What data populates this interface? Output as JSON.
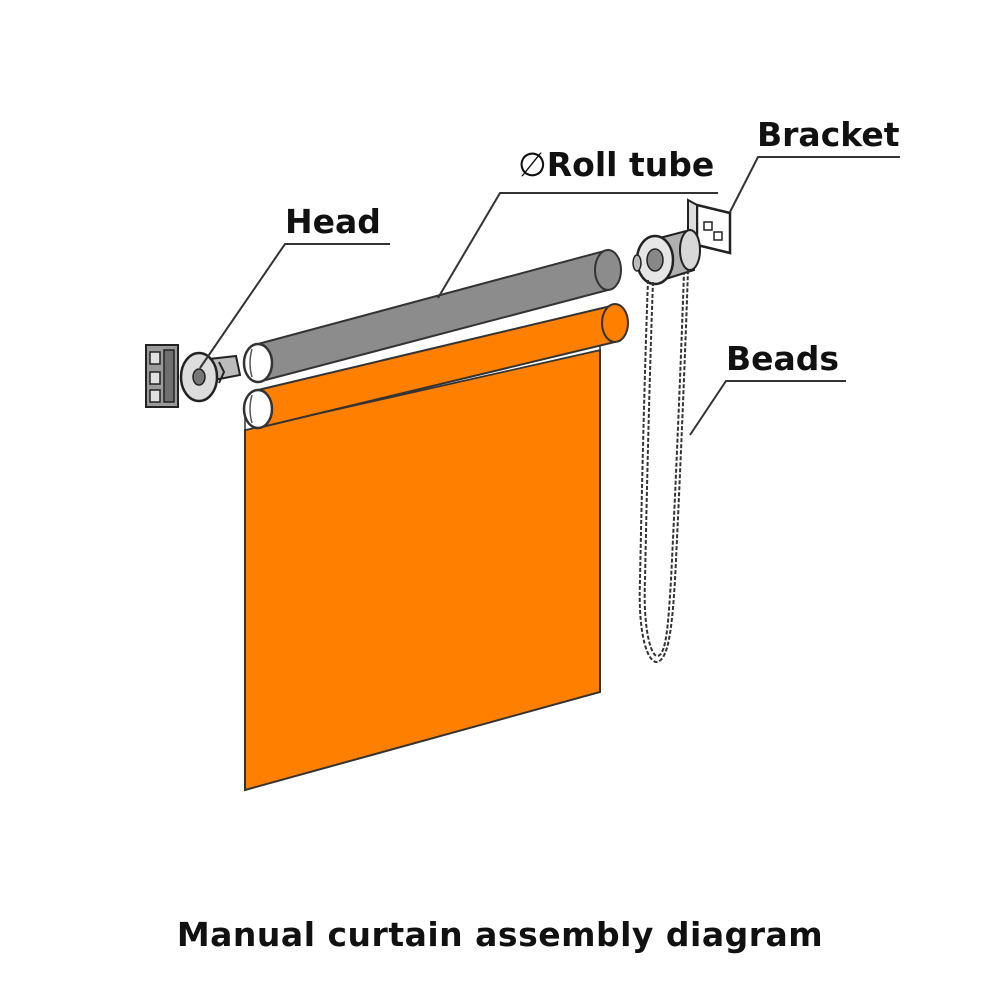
{
  "labels": {
    "head": "Head",
    "roll_tube": "Roll tube",
    "roll_tube_symbol": "∅",
    "bracket": "Bracket",
    "beads": "Beads"
  },
  "caption": "Manual curtain assembly diagram",
  "colors": {
    "fabric": "#ff7f00",
    "roll_tube": "#8c8c8c",
    "outline": "#222222",
    "background": "#ffffff"
  }
}
